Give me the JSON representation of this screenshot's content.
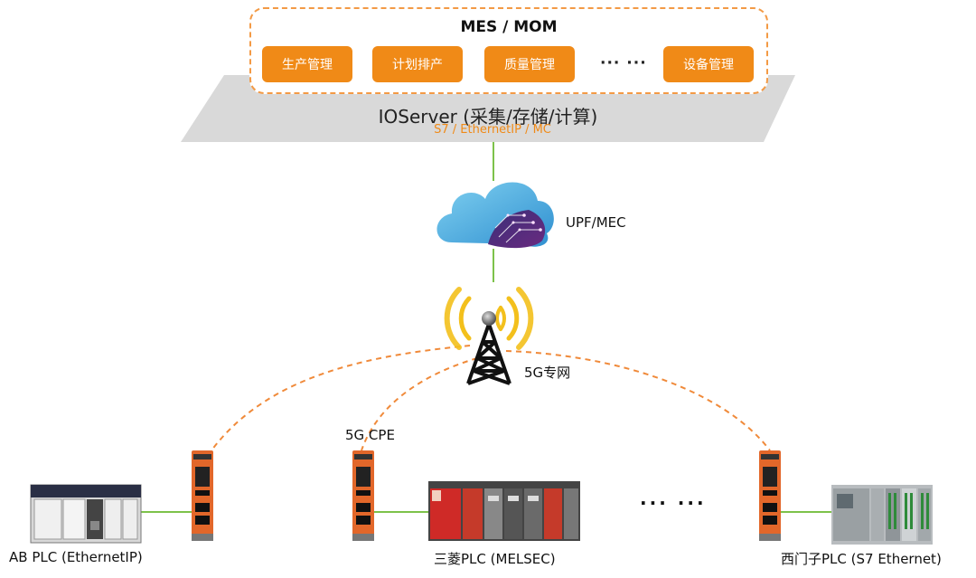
{
  "mes": {
    "title": "MES / MOM",
    "modules": [
      "生产管理",
      "计划排产",
      "质量管理",
      "设备管理"
    ],
    "ellipsis": "··· ···"
  },
  "ioserver": {
    "title": "IOServer (采集/存储/计算)",
    "protocols": "S7 / EthernetIP / MC"
  },
  "cloud": {
    "label": "UPF/MEC"
  },
  "tower": {
    "label": "5G专网"
  },
  "cpe": {
    "label": "5G CPE"
  },
  "plcs": [
    {
      "label": "AB PLC (EthernetIP)"
    },
    {
      "label": "三菱PLC (MELSEC)"
    },
    {
      "label": "西门子PLC (S7 Ethernet)"
    }
  ],
  "middle_ellipsis": "··· ···",
  "colors": {
    "accent": "#f08a17",
    "dashed_link": "#f08a3a",
    "wired_link": "#7dc24a",
    "platform": "#d9d9d9"
  }
}
